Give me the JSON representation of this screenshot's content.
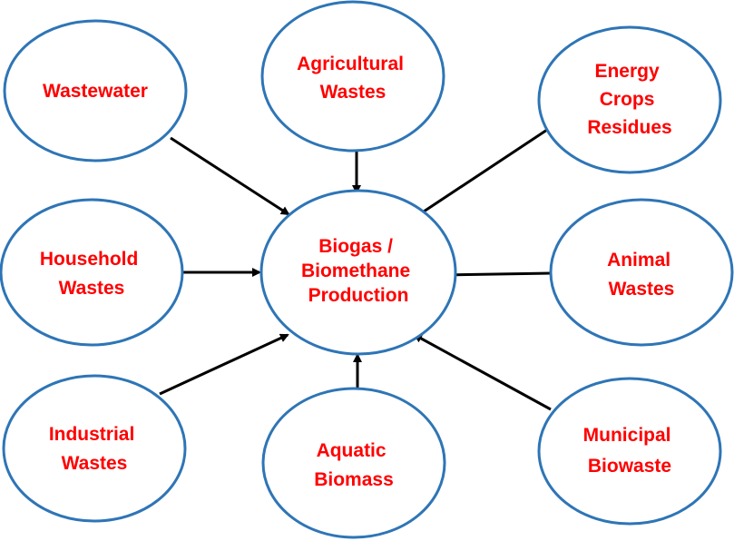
{
  "diagram": {
    "center": {
      "lines": [
        "Biogas /",
        "Biomethane",
        "Production"
      ]
    },
    "sources": [
      {
        "id": "wastewater",
        "lines": [
          "Wastewater"
        ]
      },
      {
        "id": "agricultural-wastes",
        "lines": [
          "Agricultural",
          "Wastes"
        ]
      },
      {
        "id": "energy-crops-residues",
        "lines": [
          "Energy",
          "Crops",
          "Residues"
        ]
      },
      {
        "id": "household-wastes",
        "lines": [
          "Household",
          "Wastes"
        ]
      },
      {
        "id": "animal-wastes",
        "lines": [
          "Animal",
          "Wastes"
        ]
      },
      {
        "id": "industrial-wastes",
        "lines": [
          "Industrial",
          "Wastes"
        ]
      },
      {
        "id": "aquatic-biomass",
        "lines": [
          "Aquatic",
          "Biomass"
        ]
      },
      {
        "id": "municipal-biowaste",
        "lines": [
          "Municipal",
          "Biowaste"
        ]
      }
    ],
    "colors": {
      "ellipse_stroke": "#2e75b6",
      "label_text": "#ff0000",
      "arrow": "#000000"
    }
  }
}
